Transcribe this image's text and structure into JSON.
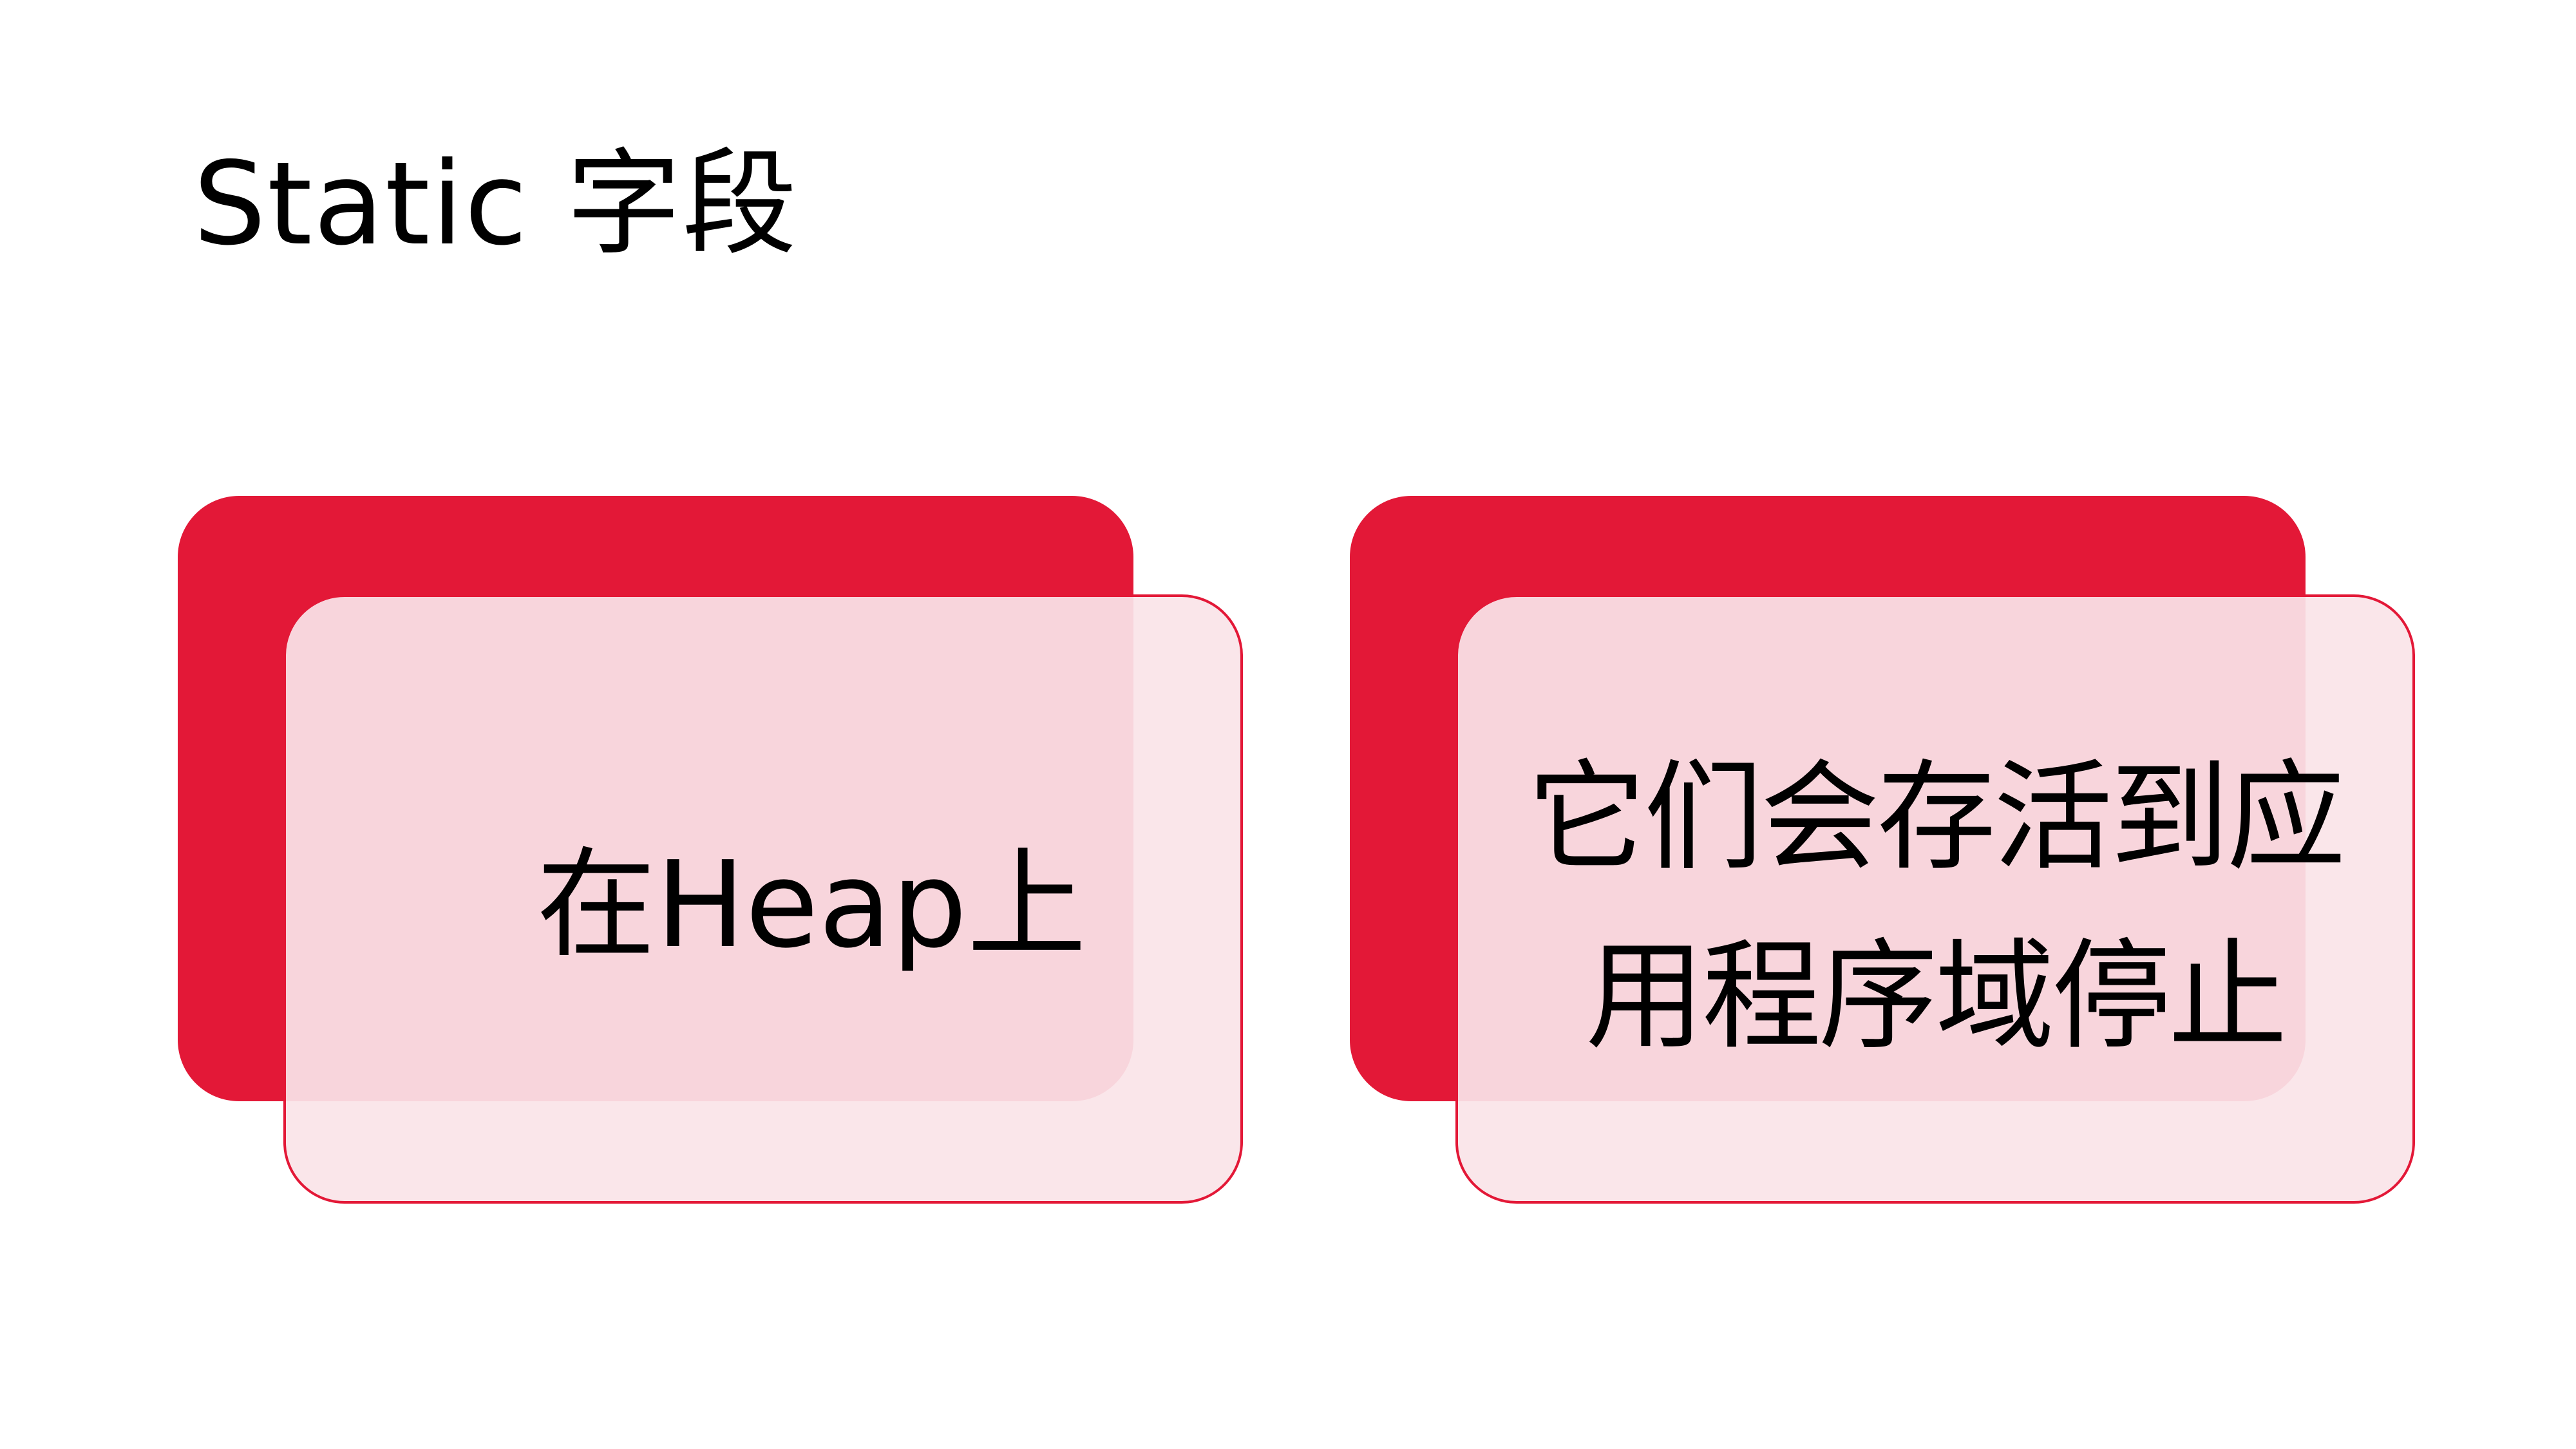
{
  "slide": {
    "title": "Static 字段",
    "cards": [
      {
        "text": "在Heap上"
      },
      {
        "text": "它们会存活到应用程序域停止"
      }
    ]
  },
  "colors": {
    "accent_red": "#e31837",
    "front_fill": "rgba(250, 228, 232, 0.93)",
    "front_border": "#e31837",
    "text": "#000000",
    "background": "#ffffff"
  }
}
